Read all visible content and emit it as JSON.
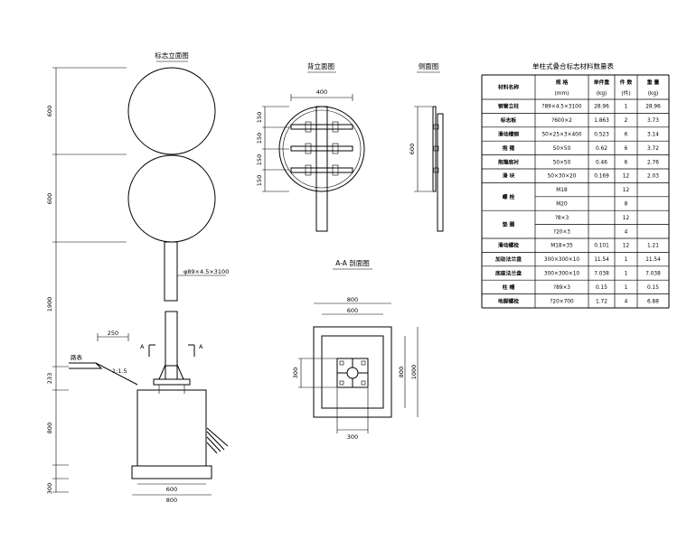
{
  "views": {
    "front_title": "标志立面图",
    "back_title": "背立面图",
    "side_title": "侧面图",
    "section_title": "A-A 剖面图"
  },
  "front_dims": {
    "d1": "600",
    "d2": "600",
    "d3": "1900",
    "d4": "233",
    "d5": "800",
    "d6": "300"
  },
  "front_labels": {
    "post_spec": "φ89×4.5×3100",
    "ground": "路表",
    "slope": "1:1.5",
    "offset": "250",
    "sec_a_left": "A",
    "sec_a_right": "A",
    "base_inner": "600",
    "base_outer": "800"
  },
  "back_dims": {
    "width": "400",
    "s1": "150",
    "s2": "150",
    "s3": "150",
    "s4": "150"
  },
  "side_dims": {
    "height": "600"
  },
  "section_dims": {
    "outer": "800",
    "inner": "600",
    "left": "300",
    "right_inner": "800",
    "right_outer": "1000",
    "bottom": "300"
  },
  "table": {
    "title": "单柱式叠合标志材料数量表",
    "headers": [
      [
        "材料名称"
      ],
      [
        "规 格",
        "(mm)"
      ],
      [
        "单件重",
        "(kg)"
      ],
      [
        "件 数",
        "(件)"
      ],
      [
        "重 量",
        "(kg)"
      ]
    ],
    "rows": [
      [
        "钢管立柱",
        "?89×4.5×3100",
        "28.96",
        "1",
        "28.96"
      ],
      [
        "标志板",
        "?600×2",
        "1.863",
        "2",
        "3.73"
      ],
      [
        "滑动槽钢",
        "50×25×3×400",
        "0.523",
        "6",
        "3.14"
      ],
      [
        "抱 箍",
        "50×50",
        "0.62",
        "6",
        "3.72"
      ],
      [
        "抱箍底衬",
        "50×50",
        "0.46",
        "6",
        "2.76"
      ],
      [
        "滑 块",
        "50×30×20",
        "0.169",
        "12",
        "2.03"
      ],
      [
        "螺 栓",
        "M18",
        "",
        "12",
        ""
      ],
      [
        "",
        "M20",
        "",
        "8",
        ""
      ],
      [
        "垫 圈",
        "?8×3",
        "",
        "12",
        ""
      ],
      [
        "",
        "?20×3",
        "",
        "4",
        ""
      ],
      [
        "滑动螺栓",
        "M18×35",
        "0.101",
        "12",
        "1.21"
      ],
      [
        "加劲法兰盘",
        "300×300×10",
        "11.54",
        "1",
        "11.54"
      ],
      [
        "底座法兰盘",
        "300×300×10",
        "7.038",
        "1",
        "7.038"
      ],
      [
        "柱 帽",
        "?89×3",
        "0.15",
        "1",
        "0.15"
      ],
      [
        "地脚螺栓",
        "?20×700",
        "1.72",
        "4",
        "6.88"
      ]
    ]
  }
}
